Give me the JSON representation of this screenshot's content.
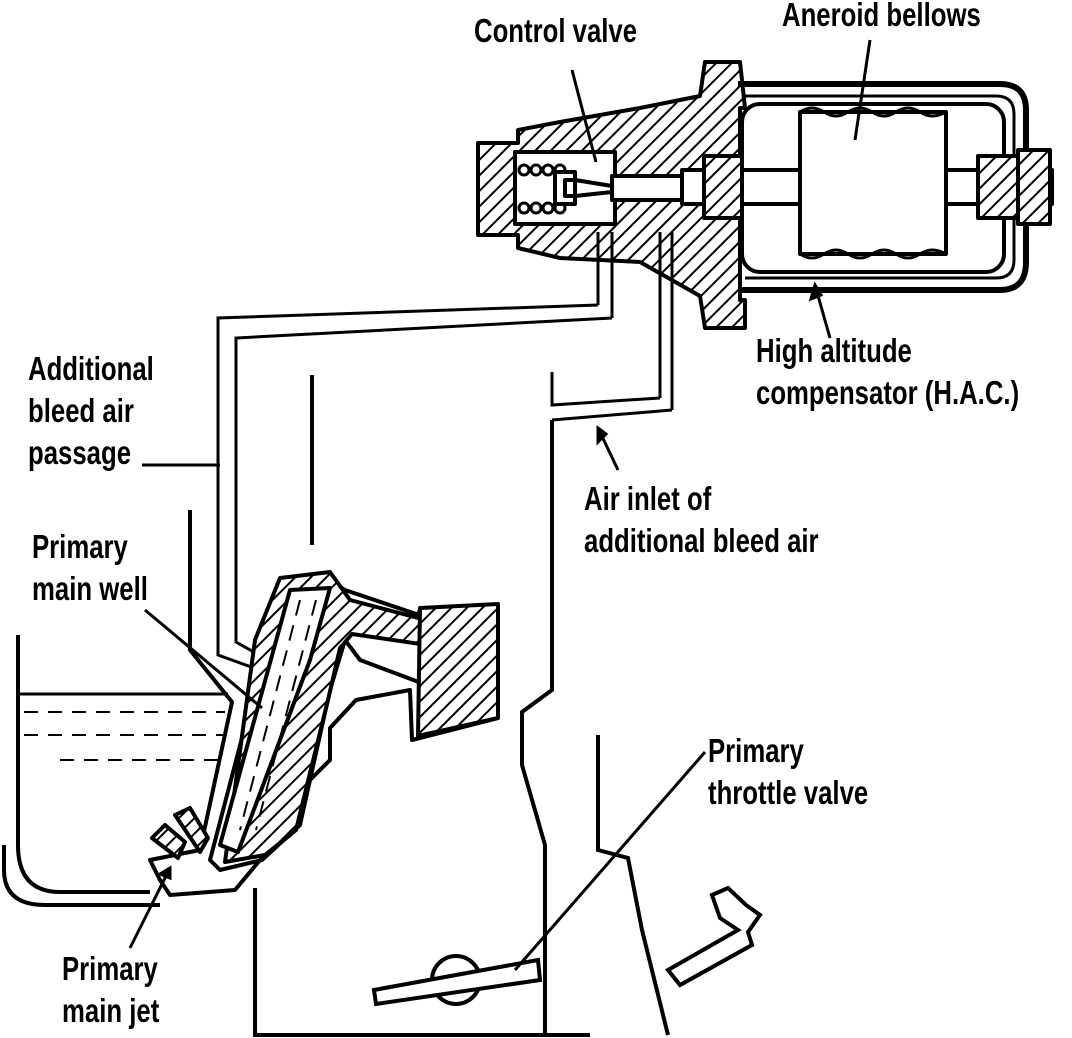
{
  "labels": {
    "control_valve": "Control valve",
    "aneroid_bellows": "Aneroid bellows",
    "hac": [
      "High altitude",
      "compensator (H.A.C.)"
    ],
    "bleed_passage": [
      "Additional",
      "bleed air",
      "passage"
    ],
    "air_inlet": [
      "Air inlet of",
      "additional bleed air"
    ],
    "main_well": [
      "Primary",
      "main well"
    ],
    "throttle_valve": [
      "Primary",
      "throttle valve"
    ],
    "main_jet": [
      "Primary",
      "main jet"
    ]
  },
  "colors": {
    "ink": "#000000",
    "paper": "#ffffff"
  }
}
